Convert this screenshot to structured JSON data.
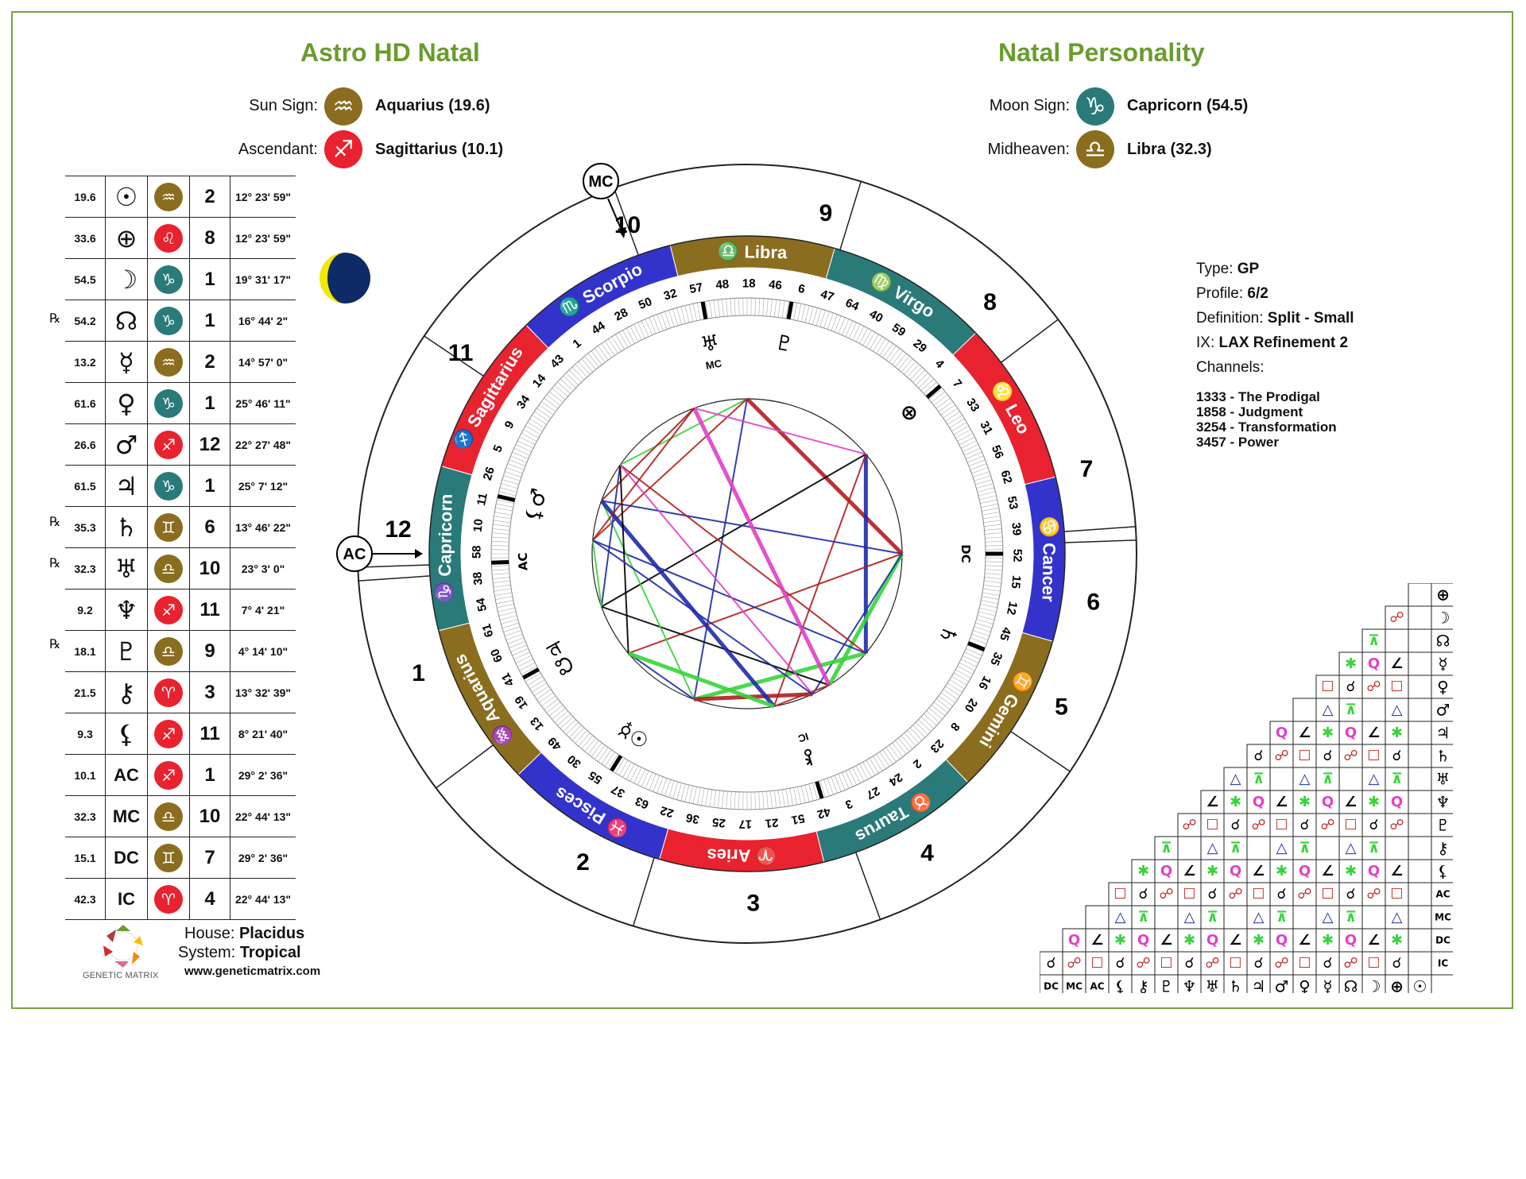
{
  "left_title": "Astro HD Natal",
  "right_title": "Natal Personality",
  "sun": {
    "label": "Sun Sign:",
    "value": "Aquarius (19.6)",
    "icon": "aquarius-glyph",
    "color": "#8a6d1f"
  },
  "ascendant": {
    "label": "Ascendant:",
    "value": "Sagittarius (10.1)",
    "icon": "sagittarius-glyph",
    "color": "#e8222f"
  },
  "moon": {
    "label": "Moon Sign:",
    "value": "Capricorn (54.5)",
    "icon": "capricorn-glyph",
    "color": "#2a7a7a"
  },
  "midheaven": {
    "label": "Midheaven:",
    "value": "Libra (32.3)",
    "icon": "libra-glyph",
    "color": "#8a6d1f"
  },
  "planets": [
    {
      "rx": "",
      "num": "19.6",
      "glyph": "☉",
      "sign": "♒",
      "signColor": "#8a6d1f",
      "house": "2",
      "deg": "12° 23' 59\""
    },
    {
      "rx": "",
      "num": "33.6",
      "glyph": "⊕",
      "sign": "♌",
      "signColor": "#e8222f",
      "house": "8",
      "deg": "12° 23' 59\""
    },
    {
      "rx": "",
      "num": "54.5",
      "glyph": "☽",
      "sign": "♑",
      "signColor": "#2a7a7a",
      "house": "1",
      "deg": "19° 31' 17\""
    },
    {
      "rx": "℞",
      "num": "54.2",
      "glyph": "☊",
      "sign": "♑",
      "signColor": "#2a7a7a",
      "house": "1",
      "deg": "16° 44' 2\""
    },
    {
      "rx": "",
      "num": "13.2",
      "glyph": "☿",
      "sign": "♒",
      "signColor": "#8a6d1f",
      "house": "2",
      "deg": "14° 57' 0\""
    },
    {
      "rx": "",
      "num": "61.6",
      "glyph": "♀",
      "sign": "♑",
      "signColor": "#2a7a7a",
      "house": "1",
      "deg": "25° 46' 11\""
    },
    {
      "rx": "",
      "num": "26.6",
      "glyph": "♂",
      "sign": "♐",
      "signColor": "#e8222f",
      "house": "12",
      "deg": "22° 27' 48\""
    },
    {
      "rx": "",
      "num": "61.5",
      "glyph": "♃",
      "sign": "♑",
      "signColor": "#2a7a7a",
      "house": "1",
      "deg": "25° 7' 12\""
    },
    {
      "rx": "℞",
      "num": "35.3",
      "glyph": "♄",
      "sign": "♊",
      "signColor": "#8a6d1f",
      "house": "6",
      "deg": "13° 46' 22\""
    },
    {
      "rx": "℞",
      "num": "32.3",
      "glyph": "♅",
      "sign": "♎",
      "signColor": "#8a6d1f",
      "house": "10",
      "deg": "23° 3' 0\""
    },
    {
      "rx": "",
      "num": "9.2",
      "glyph": "♆",
      "sign": "♐",
      "signColor": "#e8222f",
      "house": "11",
      "deg": "7° 4' 21\""
    },
    {
      "rx": "℞",
      "num": "18.1",
      "glyph": "♇",
      "sign": "♎",
      "signColor": "#8a6d1f",
      "house": "9",
      "deg": "4° 14' 10\""
    },
    {
      "rx": "",
      "num": "21.5",
      "glyph": "⚷",
      "sign": "♈",
      "signColor": "#e8222f",
      "house": "3",
      "deg": "13° 32' 39\""
    },
    {
      "rx": "",
      "num": "9.3",
      "glyph": "⚸",
      "sign": "♐",
      "signColor": "#e8222f",
      "house": "11",
      "deg": "8° 21' 40\""
    },
    {
      "rx": "",
      "num": "10.1",
      "glyph": "AC",
      "sign": "♐",
      "signColor": "#e8222f",
      "house": "1",
      "deg": "29° 2' 36\""
    },
    {
      "rx": "",
      "num": "32.3",
      "glyph": "MC",
      "sign": "♎",
      "signColor": "#8a6d1f",
      "house": "10",
      "deg": "22° 44' 13\""
    },
    {
      "rx": "",
      "num": "15.1",
      "glyph": "DC",
      "sign": "♊",
      "signColor": "#8a6d1f",
      "house": "7",
      "deg": "29° 2' 36\""
    },
    {
      "rx": "",
      "num": "42.3",
      "glyph": "IC",
      "sign": "♈",
      "signColor": "#e8222f",
      "house": "4",
      "deg": "22° 44' 13\""
    }
  ],
  "info": {
    "type_label": "Type:",
    "type_value": "GP",
    "profile_label": "Profile:",
    "profile_value": "6/2",
    "definition_label": "Definition:",
    "definition_value": "Split - Small",
    "ix_label": "IX:",
    "ix_value": "LAX Refinement 2",
    "channels_label": "Channels:",
    "channels": [
      "1333 - The Prodigal",
      "1858 - Judgment",
      "3254 - Transformation",
      "3457 - Power"
    ]
  },
  "footer": {
    "house_label": "House:",
    "house_value": "Placidus",
    "system_label": "System:",
    "system_value": "Tropical",
    "website": "www.geneticmatrix.com",
    "brand": "GENETIC MATRIX"
  },
  "wheel": {
    "mc_label": "MC",
    "ac_label": "AC",
    "houses": [
      "1",
      "2",
      "3",
      "4",
      "5",
      "6",
      "7",
      "8",
      "9",
      "10",
      "11",
      "12"
    ],
    "signs": [
      {
        "name": "Libra",
        "glyph": "♎",
        "color": "#8a6d1f"
      },
      {
        "name": "Virgo",
        "glyph": "♍",
        "color": "#2a7a7a"
      },
      {
        "name": "Leo",
        "glyph": "♌",
        "color": "#e8222f"
      },
      {
        "name": "Cancer",
        "glyph": "♋",
        "color": "#3333cc"
      },
      {
        "name": "Gemini",
        "glyph": "♊",
        "color": "#8a6d1f"
      },
      {
        "name": "Taurus",
        "glyph": "♉",
        "color": "#2a7a7a"
      },
      {
        "name": "Aries",
        "glyph": "♈",
        "color": "#e8222f"
      },
      {
        "name": "Pisces",
        "glyph": "♓",
        "color": "#3333cc"
      },
      {
        "name": "Aquarius",
        "glyph": "♒",
        "color": "#8a6d1f"
      },
      {
        "name": "Capricorn",
        "glyph": "♑",
        "color": "#2a7a7a"
      },
      {
        "name": "Sagittarius",
        "glyph": "♐",
        "color": "#e8222f"
      },
      {
        "name": "Scorpio",
        "glyph": "♏",
        "color": "#3333cc"
      }
    ],
    "gates": [
      "46",
      "6",
      "47",
      "64",
      "40",
      "59",
      "29",
      "4",
      "7",
      "33",
      "31",
      "56",
      "62",
      "53",
      "39",
      "52",
      "15",
      "12",
      "45",
      "35",
      "16",
      "20",
      "8",
      "23",
      "2",
      "24",
      "27",
      "3",
      "42",
      "51",
      "21",
      "17",
      "25",
      "36",
      "22",
      "63",
      "37",
      "55",
      "30",
      "49",
      "13",
      "19",
      "41",
      "60",
      "61",
      "54",
      "38",
      "58",
      "10",
      "11",
      "26",
      "5",
      "9",
      "34",
      "14",
      "43",
      "1",
      "44",
      "28",
      "50",
      "32",
      "57",
      "48",
      "18"
    ],
    "planet_marks": [
      {
        "glyph": "♇",
        "label": ""
      },
      {
        "glyph": "♅",
        "label": "MC"
      },
      {
        "glyph": "⊕",
        "label": ""
      },
      {
        "glyph": "DC",
        "label": ""
      },
      {
        "glyph": "♄",
        "label": ""
      },
      {
        "glyph": "⚷",
        "label": "IC"
      },
      {
        "glyph": "☉☿",
        "label": ""
      },
      {
        "glyph": "☋♃",
        "label": ""
      },
      {
        "glyph": "⚸♂",
        "label": ""
      },
      {
        "glyph": "AC",
        "label": ""
      }
    ]
  },
  "aspect_grid": {
    "row_labels": [
      "⊕",
      "☽",
      "☊",
      "☿",
      "♀",
      "♂",
      "♃",
      "♄",
      "♅",
      "♆",
      "♇",
      "⚷",
      "⚸",
      "AC",
      "MC",
      "DC",
      "IC"
    ],
    "col_labels": [
      "DC",
      "MC",
      "AC",
      "⚸",
      "⚷",
      "♇",
      "♆",
      "♅",
      "♄",
      "♃",
      "♂",
      "♀",
      "☿",
      "☊",
      "☽",
      "⊕",
      "☉"
    ]
  }
}
